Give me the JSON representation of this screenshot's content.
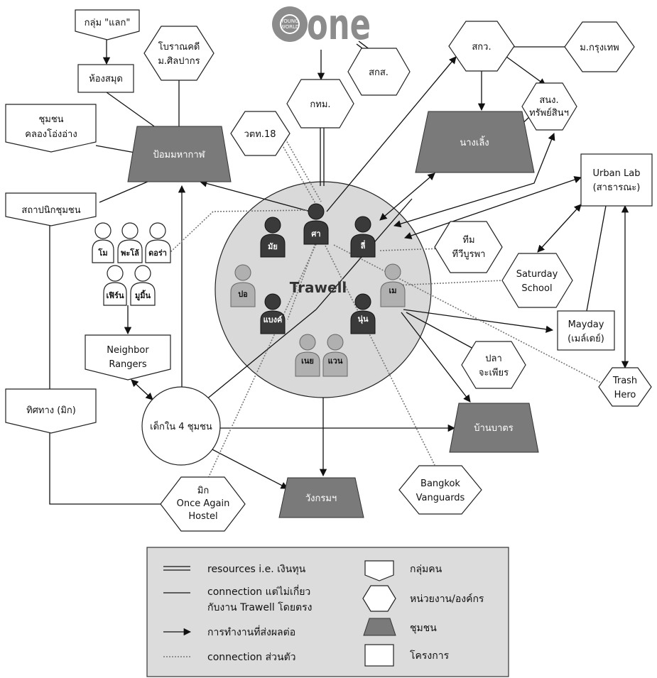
{
  "logo": {
    "word": "one",
    "small_line1": "YOUNG",
    "small_line2": "WORLD"
  },
  "center": {
    "title": "Trawell"
  },
  "people": {
    "sha": "ศา",
    "mai": "มัย",
    "li": "ลี่",
    "por": "ปอ",
    "may": "เม",
    "bangk": "แบงค์",
    "nun": "นุ่น",
    "noey": "เนย",
    "waan": "แวน"
  },
  "neighbors": {
    "mo": "โม",
    "phalo": "พะโล้",
    "dora": "ดอร่า",
    "fern": "เฟิร์น",
    "mumin": "มูมิ้น"
  },
  "nodes": {
    "klum_laek": "กลุ่ม \"แลก\"",
    "hong_samut": "ห้องสมุด",
    "boran_1": "โบราณคดี",
    "boran_2": "ม.ศิลปากร",
    "chumchon_1": "ชุมชน",
    "chumchon_2": "คลองโอ่งอ่าง",
    "pom": "ป้อมมหากาฬ",
    "sathapanik": "สถาปนิกชุมชน",
    "sakos": "สกส.",
    "kkm": "กทม.",
    "wtt": "วตท.18",
    "skw": "สกว.",
    "mkt": "ม.กรุงเทพ",
    "snng_1": "สนง.",
    "snng_2": "ทรัพย์สินฯ",
    "nanglerng": "นางเลิ้ง",
    "urban_1": "Urban Lab",
    "urban_2": "(สาธารณะ)",
    "team_1": "ทีม",
    "team_2": "ทีวีบูรพา",
    "saturday_1": "Saturday",
    "saturday_2": "School",
    "mayday_1": "Mayday",
    "mayday_2": "(เมล์เดย์)",
    "pla_1": "ปลา",
    "pla_2": "จะเพียร",
    "trash_1": "Trash",
    "trash_2": "Hero",
    "neighbor_1": "Neighbor",
    "neighbor_2": "Rangers",
    "kids": "เด็กใน 4 ชุมชน",
    "thittang": "ทิศทาง (มิก)",
    "baanbat": "บ้านบาตร",
    "wangkrom": "วังกรมฯ",
    "mik_1": "มิก",
    "mik_2": "Once Again",
    "mik_3": "Hostel",
    "bkk_1": "Bangkok",
    "bkk_2": "Vanguards"
  },
  "legend": {
    "resources": "resources i.e. เงินทุน",
    "connection_1": "connection แต่ไม่เกี่ยว",
    "connection_2": "กับงาน Trawell โดยตรง",
    "work": "การทำงานที่ส่งผลต่อ",
    "personal": "connection ส่วนตัว",
    "group": "กลุ่มคน",
    "org": "หน่วยงาน/องค์กร",
    "community": "ชุมชน",
    "project": "โครงการ"
  },
  "colors": {
    "community_fill": "#7a7a7a",
    "center_fill": "#d9d9d9",
    "person_dark": "#3a3a3a",
    "person_light": "#b0b0b0",
    "legend_bg": "#dcdcdc",
    "logo": "#8c8c8c"
  }
}
